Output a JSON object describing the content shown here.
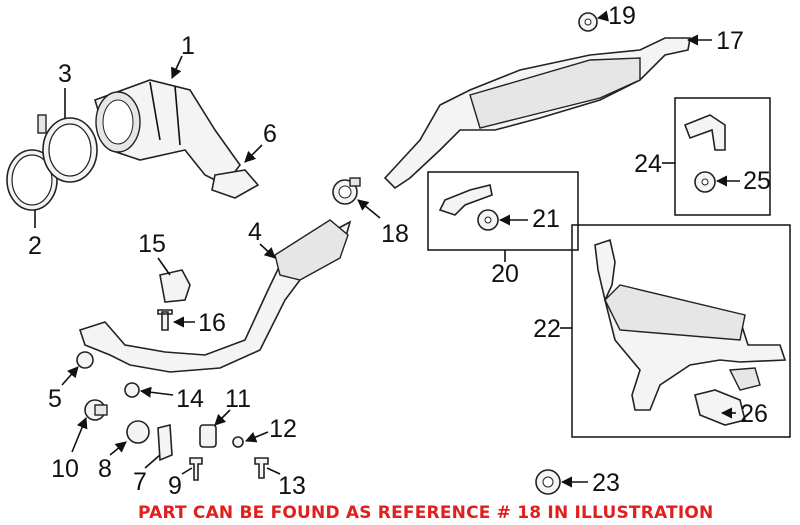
{
  "callouts": [
    "1",
    "2",
    "3",
    "4",
    "5",
    "6",
    "7",
    "8",
    "9",
    "10",
    "11",
    "12",
    "13",
    "14",
    "15",
    "16",
    "17",
    "18",
    "19",
    "20",
    "21",
    "22",
    "23",
    "24",
    "25",
    "26"
  ],
  "notice": "PART CAN BE FOUND AS REFERENCE # 18 IN ILLUSTRATION",
  "colors": {
    "notice": "#e0201f",
    "line": "#111111"
  }
}
